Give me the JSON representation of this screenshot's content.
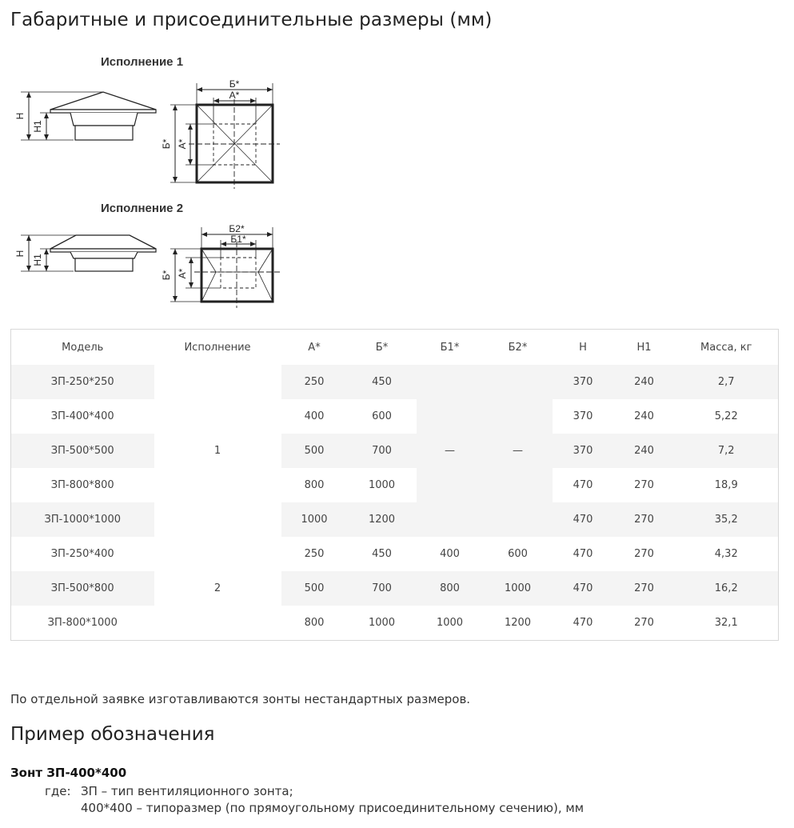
{
  "page_title": "Габаритные и присоединительные размеры (мм)",
  "variant1": {
    "title": "Исполнение 1",
    "labels": {
      "H": "H",
      "H1": "H1",
      "B": "Б*",
      "A": "А*",
      "B_side": "Б*",
      "A_side": "А*"
    }
  },
  "variant2": {
    "title": "Исполнение 2",
    "labels": {
      "H": "H",
      "H1": "H1",
      "B2": "Б2*",
      "B1": "Б1*",
      "B_side": "Б*",
      "A_side": "А*"
    }
  },
  "table": {
    "headers": [
      "Модель",
      "Исполнение",
      "А*",
      "Б*",
      "Б1*",
      "Б2*",
      "H",
      "H1",
      "Масса, кг"
    ],
    "rows": [
      {
        "model": "ЗП-250*250",
        "a": "250",
        "b": "450",
        "h": "370",
        "h1": "240",
        "mass": "2,7"
      },
      {
        "model": "ЗП-400*400",
        "a": "400",
        "b": "600",
        "h": "370",
        "h1": "240",
        "mass": "5,22"
      },
      {
        "model": "ЗП-500*500",
        "a": "500",
        "b": "700",
        "h": "370",
        "h1": "240",
        "mass": "7,2"
      },
      {
        "model": "ЗП-800*800",
        "a": "800",
        "b": "1000",
        "h": "470",
        "h1": "270",
        "mass": "18,9"
      },
      {
        "model": "ЗП-1000*1000",
        "a": "1000",
        "b": "1200",
        "h": "470",
        "h1": "270",
        "mass": "35,2"
      },
      {
        "model": "ЗП-250*400",
        "a": "250",
        "b": "450",
        "b1": "400",
        "b2": "600",
        "h": "470",
        "h1": "270",
        "mass": "4,32"
      },
      {
        "model": "ЗП-500*800",
        "a": "500",
        "b": "700",
        "b1": "800",
        "b2": "1000",
        "h": "470",
        "h1": "270",
        "mass": "16,2"
      },
      {
        "model": "ЗП-800*1000",
        "a": "800",
        "b": "1000",
        "b1": "1000",
        "b2": "1200",
        "h": "470",
        "h1": "270",
        "mass": "32,1"
      }
    ],
    "variant1_value": "1",
    "variant2_value": "2",
    "dash": "—"
  },
  "note": "По отдельной заявке изготавливаются зонты нестандартных размеров.",
  "example": {
    "title": "Пример обозначения",
    "designation": "Зонт ЗП-400*400",
    "where": "где:",
    "line1": "ЗП – тип вентиляционного зонта;",
    "line2": "400*400 – типоразмер (по прямоугольному присоединительному сечению), мм"
  }
}
